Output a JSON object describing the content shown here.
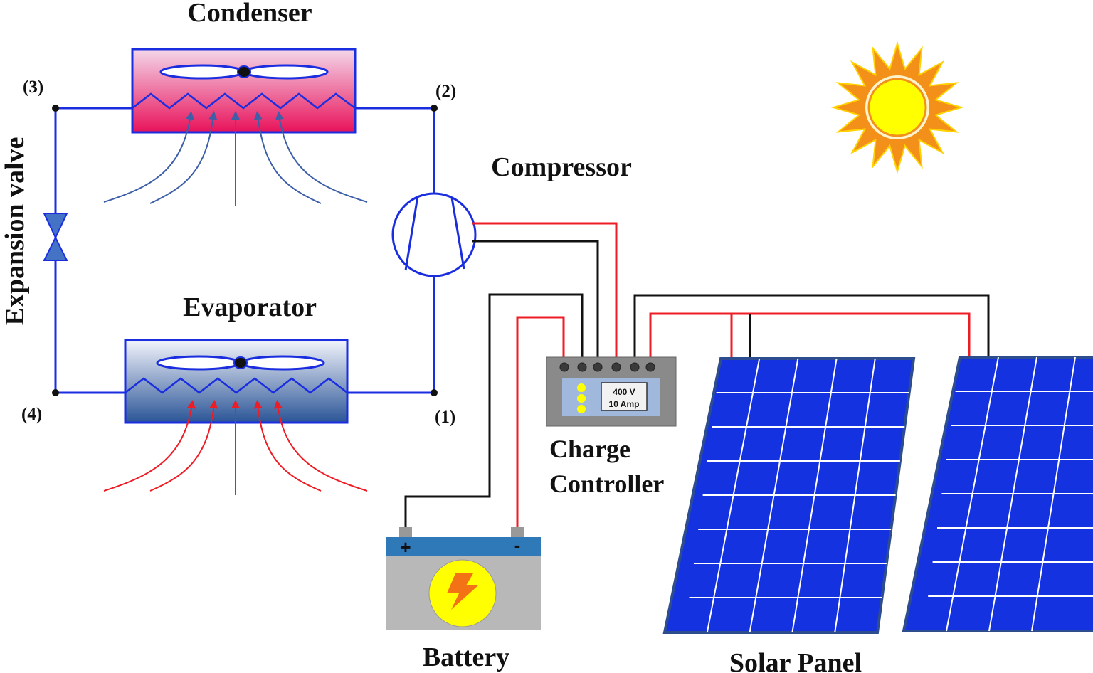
{
  "labels": {
    "condenser": "Condenser",
    "evaporator": "Evaporator",
    "compressor": "Compressor",
    "expansion_valve": "Expansion valve",
    "charge_controller_line1": "Charge",
    "charge_controller_line2": "Controller",
    "battery": "Battery",
    "solar_panel": "Solar Panel"
  },
  "state_points": {
    "p1": "(1)",
    "p2": "(2)",
    "p3": "(3)",
    "p4": "(4)"
  },
  "controller_display": {
    "voltage": "400 V",
    "current": "10 Amp"
  },
  "battery_terminals": {
    "positive": "+",
    "negative": "-"
  },
  "colors": {
    "refrigerant_line": "#1a2ee0",
    "positive_wire": "#ee1c24",
    "negative_wire": "#111111",
    "condenser_top": "#f4d7ea",
    "condenser_bottom": "#e8125a",
    "evaporator_top": "#f2f4fb",
    "evaporator_bottom": "#2b5597",
    "solar_cell": "#1432e0",
    "solar_frame": "#2e4d8e",
    "sun_rays": "#f39019",
    "sun_core": "#ffff00",
    "battery_body": "#b8b8b8",
    "battery_lid": "#2f79b8",
    "controller_body": "#8a8a8a",
    "controller_panel": "#9fb8dc"
  },
  "icons": {
    "sun": "sun-icon",
    "battery_symbol": "lightning-bolt-icon",
    "fan": "fan-icon",
    "valve": "expansion-valve-icon",
    "compressor": "compressor-symbol-icon"
  }
}
